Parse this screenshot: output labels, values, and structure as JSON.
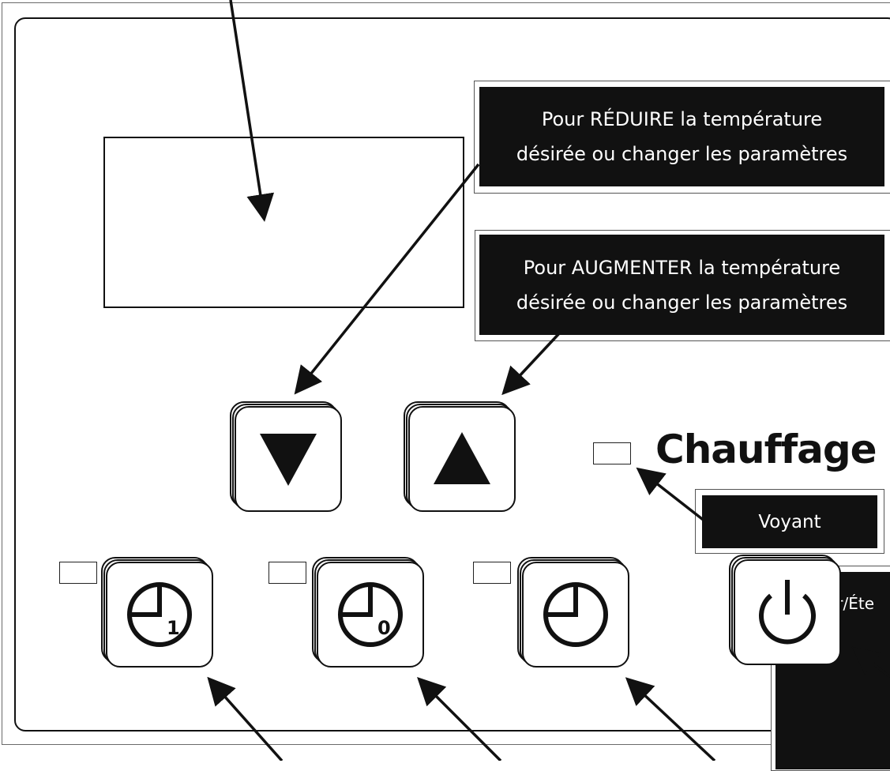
{
  "callouts": {
    "reduce": {
      "line1": "Pour RÉDUIRE la température",
      "line2": "désirée ou  changer les paramètres"
    },
    "increase": {
      "line1": "Pour AUGMENTER la température",
      "line2": "désirée ou  changer les paramètres"
    },
    "voyant": "Voyant",
    "power": "Allumer/Éte"
  },
  "heating_label": "Chauffage",
  "buttons": [
    {
      "name": "down",
      "icon": "triangle-down-icon"
    },
    {
      "name": "up",
      "icon": "triangle-up-icon"
    },
    {
      "name": "program-1",
      "icon": "clock-1-icon",
      "digit": "1"
    },
    {
      "name": "program-0",
      "icon": "clock-0-icon",
      "digit": "0"
    },
    {
      "name": "timer",
      "icon": "clock-icon"
    },
    {
      "name": "power",
      "icon": "power-icon"
    }
  ],
  "colors": {
    "ink": "#111111",
    "callout_bg": "#111111",
    "callout_text": "#ffffff",
    "frame_gray": "#6a6a6a"
  }
}
